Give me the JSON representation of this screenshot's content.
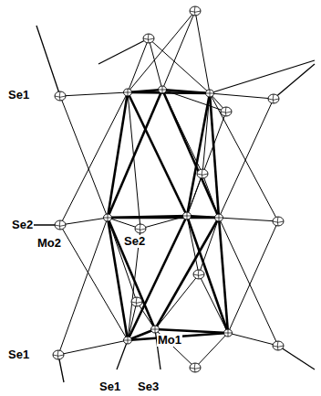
{
  "diagram": {
    "labels": [
      "Se1",
      "Se2",
      "Mo2",
      "Se2",
      "Se1",
      "Mo1",
      "Se1",
      "Se3"
    ]
  }
}
